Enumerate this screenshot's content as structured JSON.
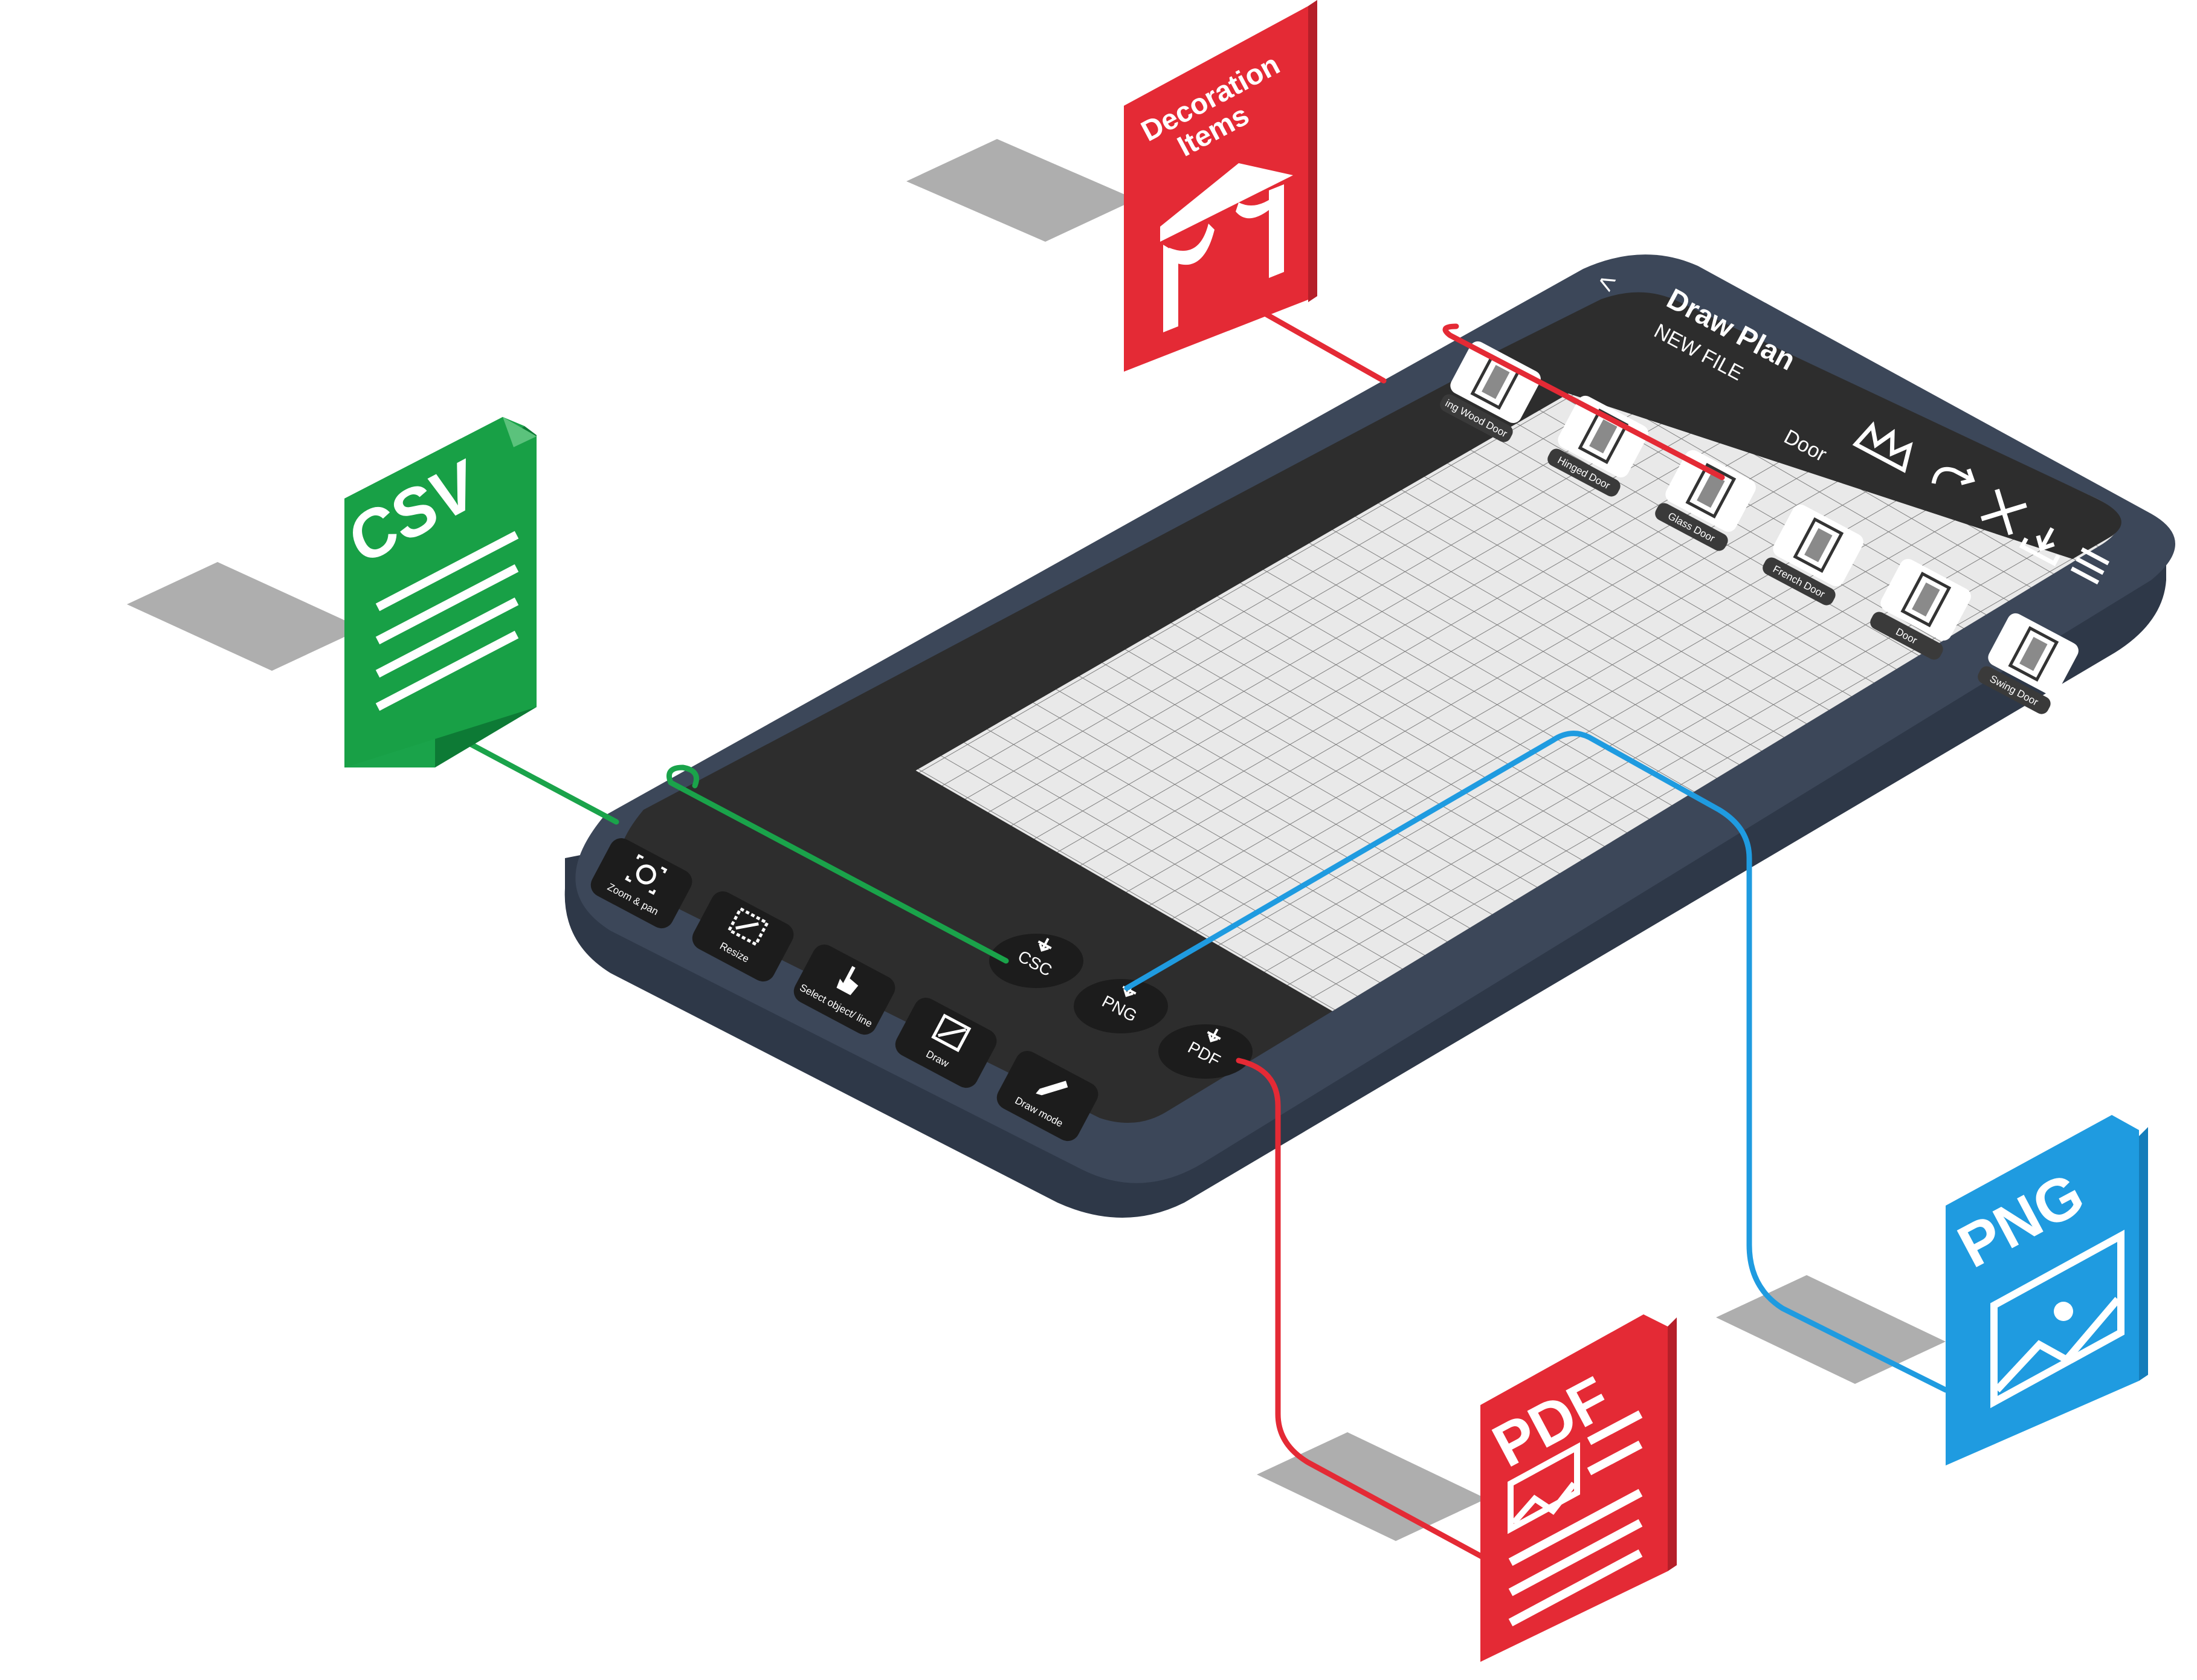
{
  "app": {
    "title": "Draw Plan",
    "subtitle": "NEW FILE",
    "back_glyph": "<",
    "category_label": "Door"
  },
  "door_items": [
    {
      "label": "ing Wood Door",
      "icon": "door-icon"
    },
    {
      "label": "Hinged Door",
      "icon": "door-icon"
    },
    {
      "label": "Glass Door",
      "icon": "door-icon"
    },
    {
      "label": "French Door",
      "icon": "door-icon"
    },
    {
      "label": "Door",
      "icon": "door-icon"
    },
    {
      "label": "Swing Door",
      "icon": "door-icon"
    }
  ],
  "header_actions": [
    {
      "name": "crown-icon"
    },
    {
      "name": "undo-icon"
    },
    {
      "name": "close-icon"
    },
    {
      "name": "download-icon"
    },
    {
      "name": "menu-icon"
    }
  ],
  "tools": [
    {
      "label": "Zoom & pan",
      "icon": "zoom-icon"
    },
    {
      "label": "Resize",
      "icon": "resize-icon"
    },
    {
      "label": "Select object/ line",
      "icon": "pointer-icon"
    },
    {
      "label": "Draw",
      "icon": "draw-icon"
    },
    {
      "label": "Draw mode",
      "icon": "pencil-icon"
    }
  ],
  "exports": [
    {
      "label": "CSC",
      "icon": "download-icon"
    },
    {
      "label": "PNG",
      "icon": "download-icon"
    },
    {
      "label": "PDF",
      "icon": "download-icon"
    }
  ],
  "file_icons": {
    "csv": {
      "label": "CSV",
      "color": "#1aa34a"
    },
    "decoration": {
      "label_line1": "Decoration",
      "label_line2": "Items",
      "color": "#e42a35"
    },
    "pdf": {
      "label": "PDF",
      "color": "#e42a35"
    },
    "png": {
      "label": "PNG",
      "color": "#1f9be0"
    }
  },
  "colors": {
    "phone_body": "#3c4759",
    "screen_dark": "#2d2d2d",
    "grid_bg": "#e9e9e9",
    "green_line": "#1aa34a",
    "red_line": "#e42a35",
    "blue_line": "#1f9be0"
  }
}
